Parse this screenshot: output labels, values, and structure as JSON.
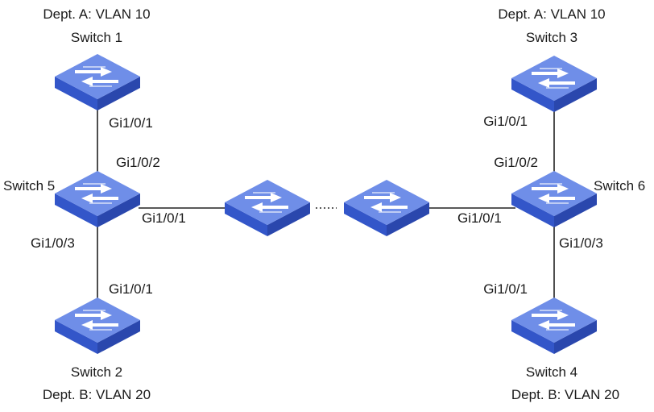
{
  "colors": {
    "switch_top": "#6f8ee8",
    "switch_side_left": "#3356c9",
    "switch_side_right": "#2a47ad",
    "switch_arrows": "#ffffff",
    "link": "#222222",
    "text": "#1a1a1a",
    "background": "#ffffff"
  },
  "switches": {
    "sw1": {
      "name": "Switch 1",
      "dept": "Dept. A: VLAN 10"
    },
    "sw2": {
      "name": "Switch 2",
      "dept": "Dept. B: VLAN 20"
    },
    "sw3": {
      "name": "Switch 3",
      "dept": "Dept. A: VLAN 10"
    },
    "sw4": {
      "name": "Switch 4",
      "dept": "Dept. B: VLAN 20"
    },
    "sw5": {
      "name": "Switch 5"
    },
    "sw6": {
      "name": "Switch 6"
    }
  },
  "ports": {
    "sw1_down": "Gi1/0/1",
    "sw5_up": "Gi1/0/2",
    "sw5_right": "Gi1/0/1",
    "sw5_down": "Gi1/0/3",
    "sw2_up": "Gi1/0/1",
    "sw3_down": "Gi1/0/1",
    "sw6_up": "Gi1/0/2",
    "sw6_left": "Gi1/0/1",
    "sw6_down": "Gi1/0/3",
    "sw4_up": "Gi1/0/1"
  },
  "icons": {
    "switch": "network-switch-icon",
    "ellipsis": "ellipsis-dots"
  }
}
